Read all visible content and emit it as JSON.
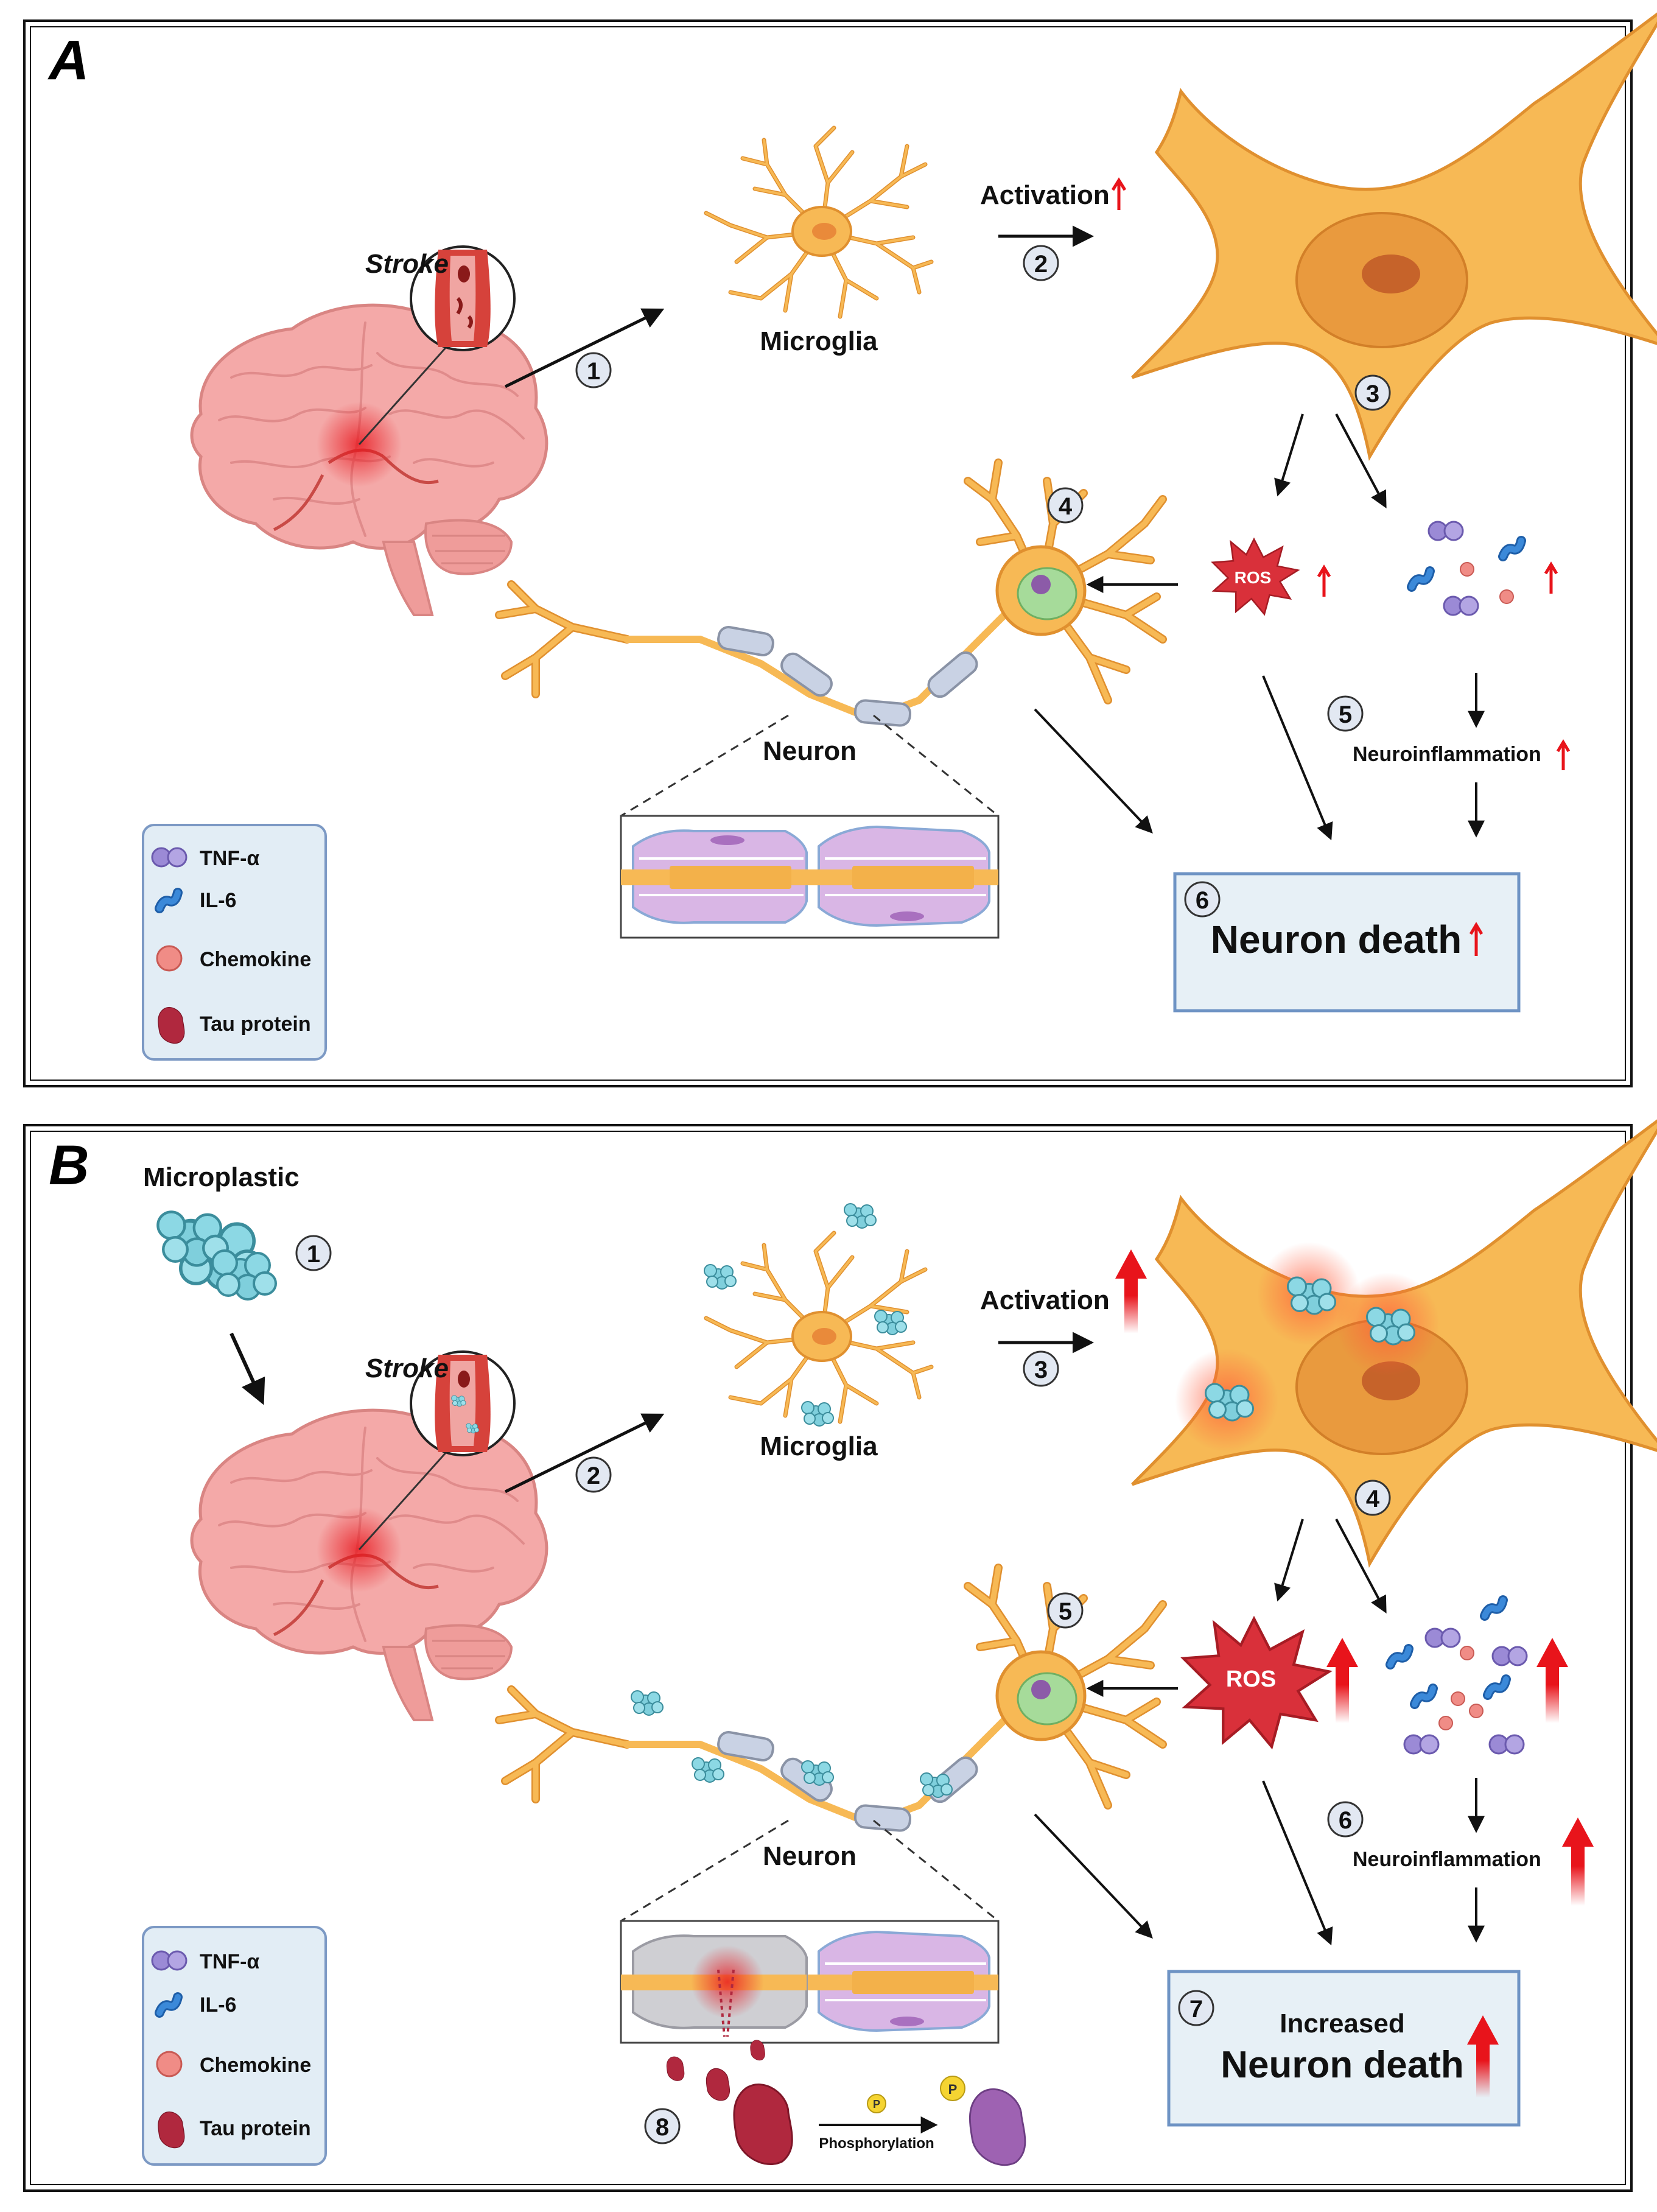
{
  "panel_a": {
    "letter": "A",
    "stroke_label": "Stroke",
    "microglia_label": "Microglia",
    "activation_label": "Activation",
    "neuron_label": "Neuron",
    "ros_label": "ROS",
    "neuroinflammation_label": "Neuroinflammation",
    "outcome_label": "Neuron death",
    "steps": [
      "1",
      "2",
      "3",
      "4",
      "5",
      "6"
    ],
    "legend": [
      {
        "icon": "tnf-alpha-icon",
        "label": "TNF-α"
      },
      {
        "icon": "il6-icon",
        "label": "IL-6"
      },
      {
        "icon": "chemokine-icon",
        "label": "Chemokine"
      },
      {
        "icon": "tau-protein-icon",
        "label": "Tau protein"
      }
    ]
  },
  "panel_b": {
    "letter": "B",
    "microplastic_label": "Microplastic",
    "stroke_label": "Stroke",
    "microglia_label": "Microglia",
    "activation_label": "Activation",
    "neuron_label": "Neuron",
    "ros_label": "ROS",
    "neuroinflammation_label": "Neuroinflammation",
    "outcome_line1": "Increased",
    "outcome_line2": "Neuron death",
    "phosphorylation_label": "Phosphorylation",
    "phospho_marker": "P",
    "steps": [
      "1",
      "2",
      "3",
      "4",
      "5",
      "6",
      "7",
      "8"
    ],
    "legend": [
      {
        "icon": "tnf-alpha-icon",
        "label": "TNF-α"
      },
      {
        "icon": "il6-icon",
        "label": "IL-6"
      },
      {
        "icon": "chemokine-icon",
        "label": "Chemokine"
      },
      {
        "icon": "tau-protein-icon",
        "label": "Tau protein"
      }
    ]
  },
  "colors": {
    "microglia": "#F7B955",
    "microglia_outline": "#E0902F",
    "brain": "#F4A9A8",
    "vessel": "#D6423B",
    "increase_arrow": "#E8141B",
    "ros": "#D9303A",
    "tnf": "#9B8AD6",
    "il6": "#2C75C6",
    "chemokine": "#F08C86",
    "tau": "#B0283E",
    "microplastic": "#7FCFDC",
    "outcome_box": "#E7F0F6",
    "legend_box": "#E2EDF5",
    "myelin": "#C79ED6"
  }
}
